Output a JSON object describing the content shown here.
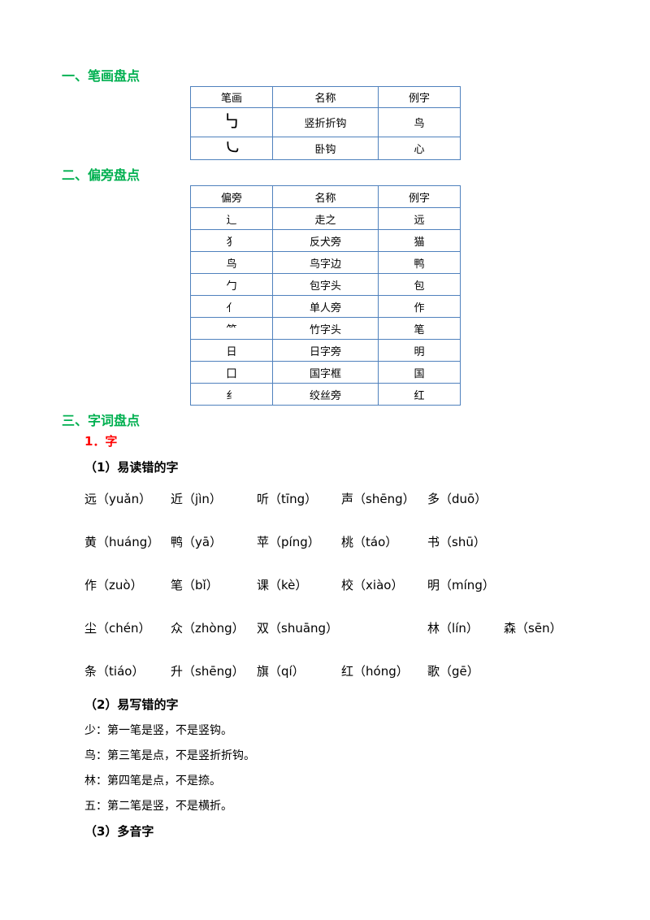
{
  "sections": {
    "strokes_title": "一、笔画盘点",
    "radicals_title": "二、偏旁盘点",
    "words_title": "三、字词盘点"
  },
  "strokes_table": {
    "headers": [
      "笔画",
      "名称",
      "例字"
    ],
    "rows": [
      {
        "stroke": "㇉",
        "name": "竖折折钩",
        "example": "鸟"
      },
      {
        "stroke": "㇃",
        "name": "卧钩",
        "example": "心"
      }
    ]
  },
  "radicals_table": {
    "headers": [
      "偏旁",
      "名称",
      "例字"
    ],
    "rows": [
      {
        "radical": "辶",
        "name": "走之",
        "example": "远"
      },
      {
        "radical": "犭",
        "name": "反犬旁",
        "example": "猫"
      },
      {
        "radical": "鸟",
        "name": "鸟字边",
        "example": "鸭"
      },
      {
        "radical": "勹",
        "name": "包字头",
        "example": "包"
      },
      {
        "radical": "亻",
        "name": "单人旁",
        "example": "作"
      },
      {
        "radical": "⺮",
        "name": "竹字头",
        "example": "笔"
      },
      {
        "radical": "日",
        "name": "日字旁",
        "example": "明"
      },
      {
        "radical": "囗",
        "name": "国字框",
        "example": "国"
      },
      {
        "radical": "纟",
        "name": "绞丝旁",
        "example": "红"
      }
    ]
  },
  "chars": {
    "subtitle": "1．字",
    "misread_title": "（1）易读错的字",
    "misread": [
      [
        {
          "c": "远",
          "p": "yuǎn"
        },
        {
          "c": "近",
          "p": "jìn"
        },
        {
          "c": "听",
          "p": "tīng"
        },
        {
          "c": "声",
          "p": "shēng"
        },
        {
          "c": "多",
          "p": "duō"
        }
      ],
      [
        {
          "c": "黄",
          "p": "huáng"
        },
        {
          "c": "鸭",
          "p": "yā"
        },
        {
          "c": "苹",
          "p": "píng"
        },
        {
          "c": "桃",
          "p": "táo"
        },
        {
          "c": "书",
          "p": "shū"
        }
      ],
      [
        {
          "c": "作",
          "p": "zuò"
        },
        {
          "c": "笔",
          "p": "bǐ"
        },
        {
          "c": "课",
          "p": "kè"
        },
        {
          "c": "校",
          "p": "xiào"
        },
        {
          "c": "明",
          "p": "míng"
        }
      ],
      [
        {
          "c": "尘",
          "p": "chén"
        },
        {
          "c": "众",
          "p": "zhòng"
        },
        {
          "c": "双",
          "p": "shuāng"
        },
        {
          "c": "林",
          "p": "lín"
        },
        {
          "c": "森",
          "p": "sēn"
        }
      ],
      [
        {
          "c": "条",
          "p": "tiáo"
        },
        {
          "c": "升",
          "p": "shēng"
        },
        {
          "c": "旗",
          "p": "qí"
        },
        {
          "c": "红",
          "p": "hóng"
        },
        {
          "c": "歌",
          "p": "gē"
        }
      ]
    ],
    "miswrite_title": "（2）易写错的字",
    "miswrite": [
      "少：第一笔是竖，不是竖钩。",
      "鸟：第三笔是点，不是竖折折钩。",
      "林：第四笔是点，不是捺。",
      "五：第二笔是竖，不是横折。"
    ],
    "polyphone_title": "（3）多音字"
  }
}
